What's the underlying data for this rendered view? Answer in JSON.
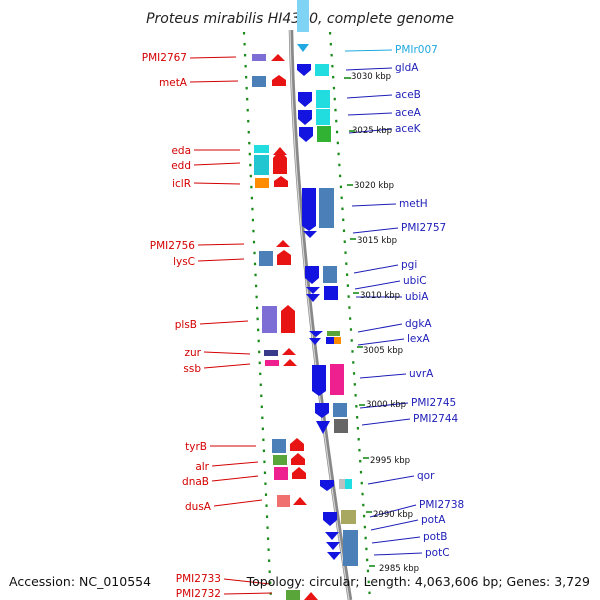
{
  "title": "Proteus mirabilis HI4320, complete genome",
  "footer": {
    "accession": "Accession: NC_010554",
    "topology": "Topology: circular; Length: 4,063,606 bp; Genes: 3,729"
  },
  "colors": {
    "left_label": "#d40000",
    "right_label": "#1d1db8",
    "rna_label": "#1fa9e0",
    "backbone": "#8c8c8c",
    "tick": "#1a8a1a"
  },
  "left_labels": [
    "PMI2767",
    "metA",
    "eda",
    "edd",
    "iclR",
    "PMI2756",
    "lysC",
    "plsB",
    "zur",
    "ssb",
    "tyrB",
    "alr",
    "dnaB",
    "dusA",
    "PMI2733",
    "PMI2732"
  ],
  "right_labels": [
    "PMIr007",
    "gldA",
    "aceB",
    "aceA",
    "aceK",
    "metH",
    "PMI2757",
    "pgi",
    "ubiC",
    "ubiA",
    "dgkA",
    "lexA",
    "uvrA",
    "PMI2745",
    "PMI2744",
    "qor",
    "PMI2738",
    "potA",
    "potB",
    "potC"
  ],
  "scale_labels": [
    "3030 kbp",
    "3025 kbp",
    "3020 kbp",
    "3015 kbp",
    "3010 kbp",
    "3005 kbp",
    "3000 kbp",
    "2995 kbp",
    "2990 kbp",
    "2985 kbp"
  ]
}
